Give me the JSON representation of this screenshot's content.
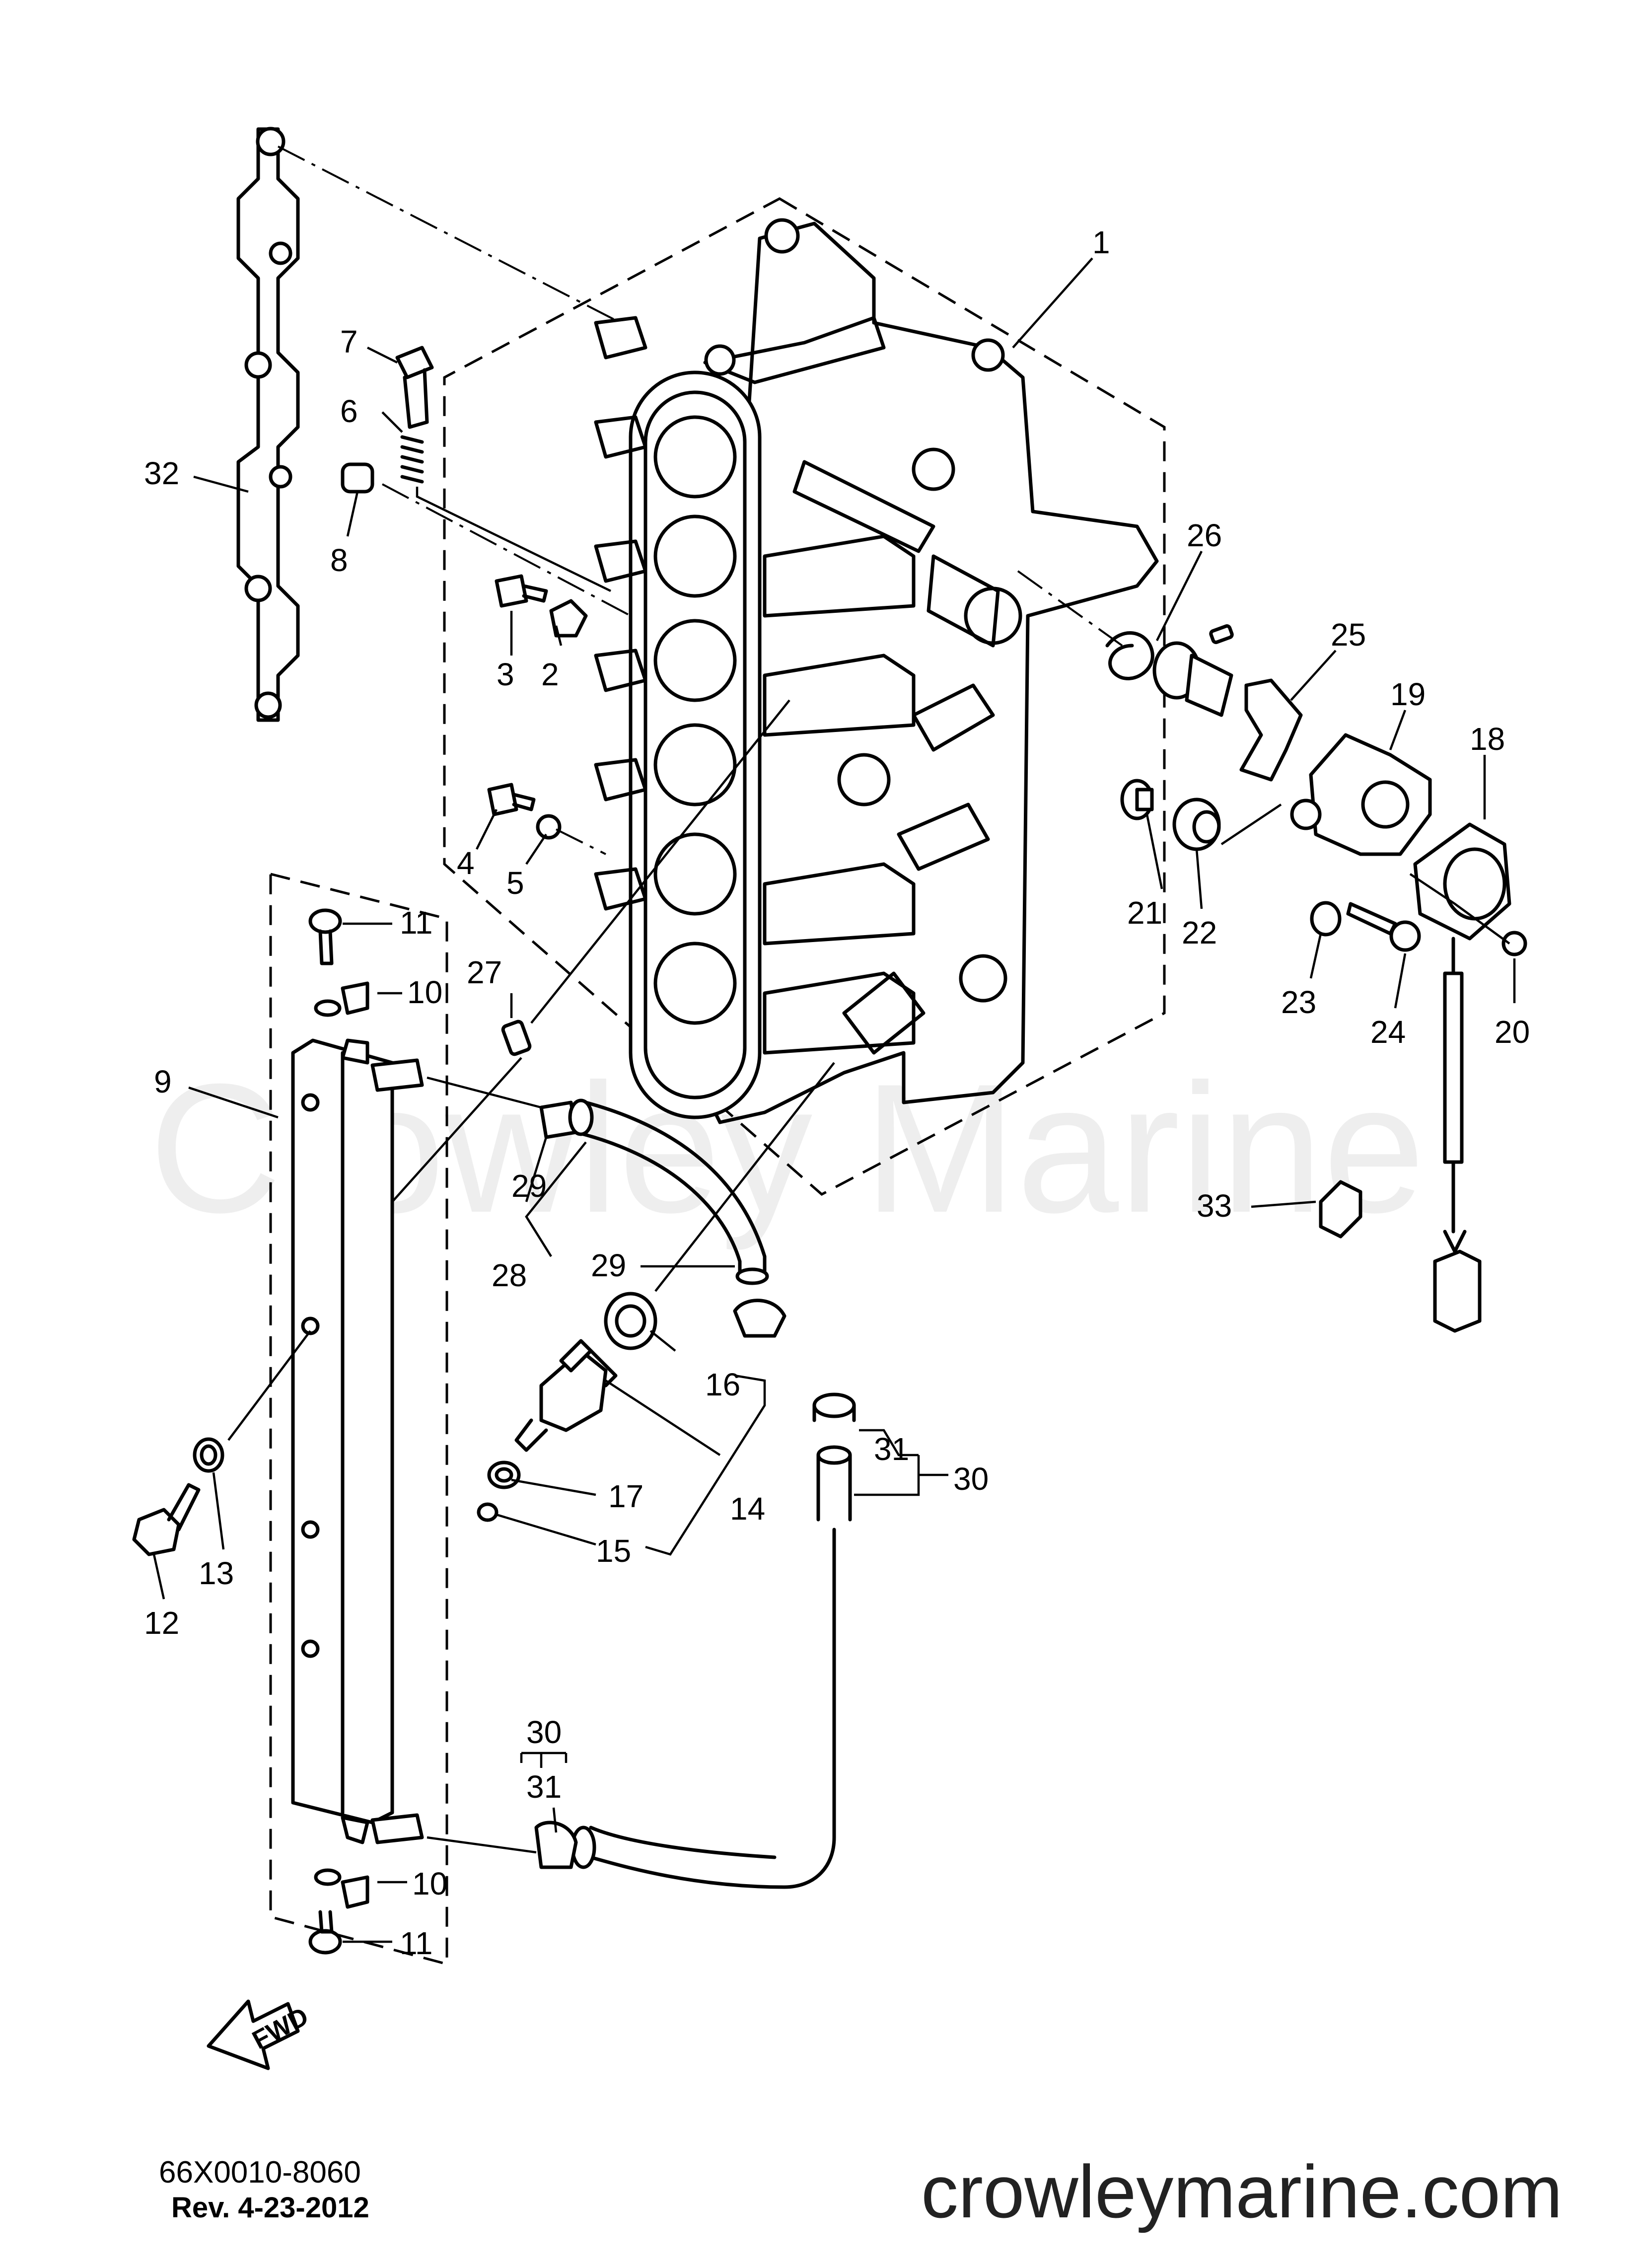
{
  "watermark": "Crowley Marine",
  "website": "crowleymarine.com",
  "part_number": "66X0010-8060",
  "revision": "Rev.   4-23-2012",
  "direction_arrow": "FWD",
  "callouts": {
    "c1": "1",
    "c2": "2",
    "c3": "3",
    "c4": "4",
    "c5": "5",
    "c6": "6",
    "c7": "7",
    "c8": "8",
    "c9": "9",
    "c10a": "10",
    "c10b": "10",
    "c11a": "11",
    "c11b": "11",
    "c12": "12",
    "c13": "13",
    "c14": "14",
    "c15": "15",
    "c16": "16",
    "c17": "17",
    "c18": "18",
    "c19": "19",
    "c20": "20",
    "c21": "21",
    "c22": "22",
    "c23": "23",
    "c24": "24",
    "c25": "25",
    "c26": "26",
    "c27": "27",
    "c28": "28",
    "c29a": "29",
    "c29b": "29",
    "c30a": "30",
    "c30b": "30",
    "c31a": "31",
    "c31b": "31",
    "c32": "32",
    "c33": "33"
  }
}
